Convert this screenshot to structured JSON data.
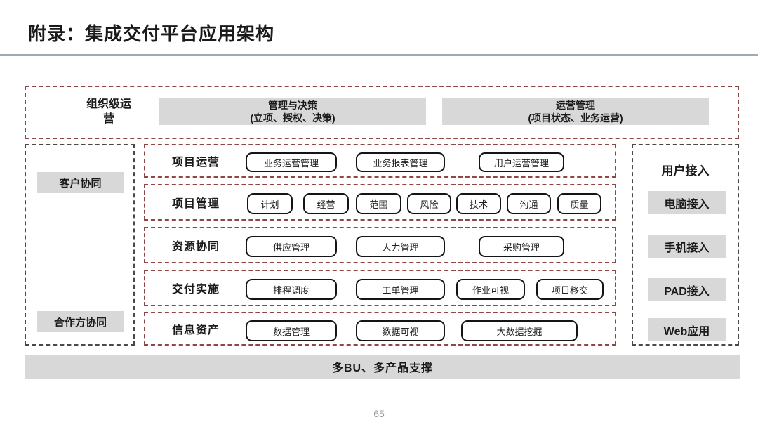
{
  "page": {
    "title": "附录：集成交付平台应用架构",
    "page_number": "65"
  },
  "colors": {
    "inner_dashed_border": "#8f4646",
    "side_dashed_border": "#4a4a4a",
    "gray_fill": "#d8d8d8",
    "divider": "#9fa9b2"
  },
  "top_band": {
    "label": "组织级运营",
    "boxes": [
      {
        "title": "管理与决策",
        "subtitle": "(立项、授权、决策)"
      },
      {
        "title": "运营管理",
        "subtitle": "(项目状态、业务运营)"
      }
    ]
  },
  "left_column": {
    "items": [
      "客户协同",
      "合作方协同"
    ]
  },
  "main": {
    "rows": [
      {
        "label": "项目运营",
        "buttons": [
          "业务运营管理",
          "业务报表管理",
          "用户运营管理"
        ]
      },
      {
        "label": "项目管理",
        "buttons": [
          "计划",
          "经营",
          "范围",
          "风险",
          "技术",
          "沟通",
          "质量"
        ]
      },
      {
        "label": "资源协同",
        "buttons": [
          "供应管理",
          "人力管理",
          "采购管理"
        ]
      },
      {
        "label": "交付实施",
        "buttons": [
          "排程调度",
          "工单管理",
          "作业可视",
          "项目移交"
        ]
      },
      {
        "label": "信息资产",
        "buttons": [
          "数据管理",
          "数据可视",
          "大数据挖掘"
        ]
      }
    ]
  },
  "right_column": {
    "header": "用户接入",
    "items": [
      "电脑接入",
      "手机接入",
      "PAD接入",
      "Web应用"
    ]
  },
  "bottom_bar": {
    "label": "多BU、多产品支撑"
  }
}
